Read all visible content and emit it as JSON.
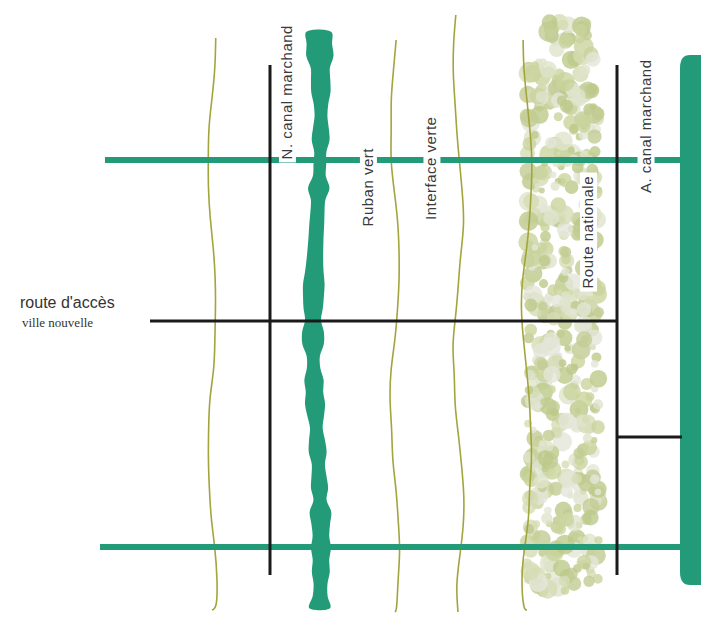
{
  "diagram": {
    "labels": [
      "route d'accès",
      "ville nouvelle",
      "N. canal marchand",
      "Ruban vert",
      "Interface verte",
      "Route nationale",
      "A. canal marchand"
    ]
  }
}
